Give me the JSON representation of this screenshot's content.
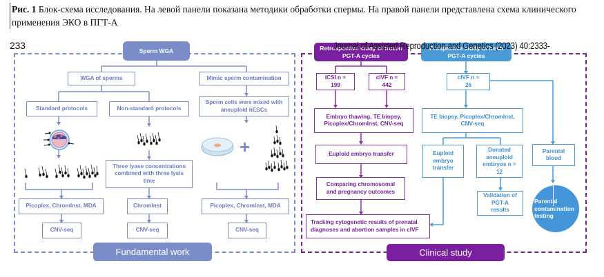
{
  "caption": {
    "label": "Рис. 1",
    "text": " Блок-схема исследования. На левой панели показана методики обработки спермы. На правой панели представлена схема клинического применения ЭКО в ПГТ-А"
  },
  "running_header": {
    "page": "233",
    "journal": "Journal of Assisted Reproduction and Genetics (2023) 40:2333-"
  },
  "left_panel": {
    "title": "Sperm WGA",
    "footer": "Fundamental work",
    "wga_of_sperms": "WGA of sperms",
    "mimic_contamination": "Mimic sperm contamination",
    "standard_protocols": "Standard protocols",
    "non_standard_protocols": "Non-standard protocols",
    "sperm_mixed": "Sperm cells were mixed with aneuploid hESCs",
    "lyase_conditions": "Three lyase concentrations combined with three lysis time",
    "methods_standard": "Picoplex, ChromInst, MDA",
    "methods_nonstandard": "ChromInst",
    "methods_mimic": "Picoplex, ChromInst, MDA",
    "cnv_seq_1": "CNV-seq",
    "cnv_seq_2": "CNV-seq",
    "cnv_seq_3": "CNV-seq",
    "plus_symbol": "+"
  },
  "right_panel": {
    "footer": "Clinical study",
    "retrospective_header": "Retrospective study of frozen PGT-A cycles",
    "prospective_header": "Prospective study of fresh PGT-A cycles",
    "icsi": "ICSI n = 199",
    "civf_frozen": "cIVF n = 442",
    "civf_fresh": "cIVF n = 26",
    "thawing": "Embryo thawing, TE biopsy, Picoplex/ChromInst, CNV-seq",
    "te_biopsy": "TE biopsy, Picoplex/ChromInst, CNV-seq",
    "euploid_transfer_frozen": "Euploid embryo transfer",
    "euploid_transfer_fresh": "Euploid embryo transfer",
    "donated_aneuploid": "Donated aneuploid embryos n = 12",
    "parental_blood": "Parental blood",
    "comparing": "Comparing chromosomal and pregnancy outcomes",
    "validation": "Validation of PGT-A results",
    "tracking": "Tracking cytogenetic results of prenatal diagnoses and abortion samples in cIVF",
    "contamination_testing": "Parental contamination testing"
  },
  "colors": {
    "fundamental_blue": "#7b8dc9",
    "clinical_purple": "#7a1fa0",
    "prospective_sky": "#4a9ad8"
  }
}
